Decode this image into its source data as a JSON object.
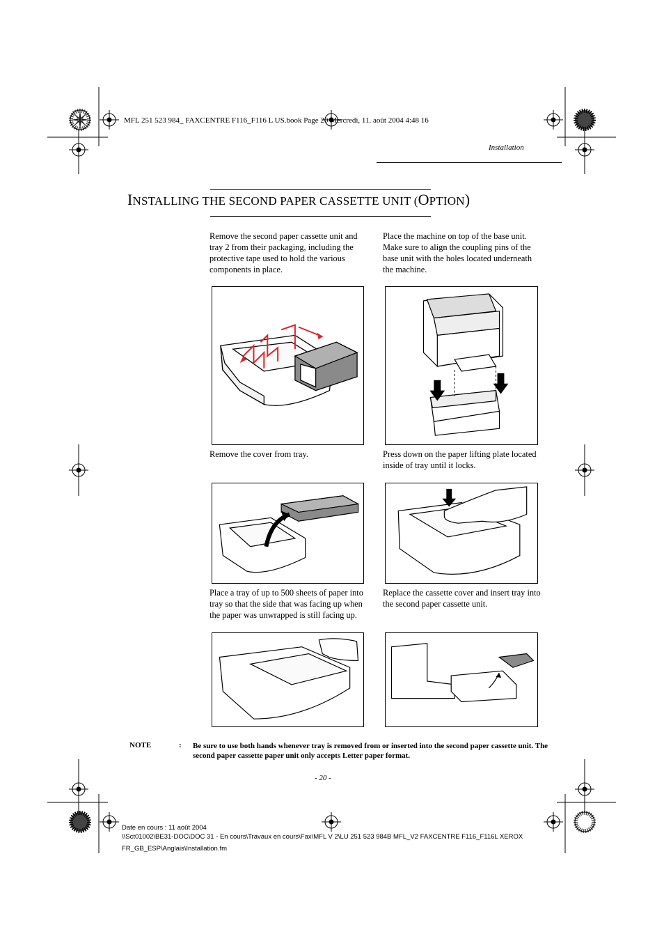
{
  "header": {
    "book_line": "MFL 251 523 984_ FAXCENTRE F116_F116 L US.book  Page 20  Mercredi, 11. août 2004  4:48 16",
    "section": "Installation"
  },
  "title": {
    "initial": "I",
    "rest": "nstalling the second paper cassette unit (",
    "option_initial": "o",
    "option_rest": "ption",
    "close": ")"
  },
  "steps": [
    "Remove the second paper cassette unit and tray 2 from their packaging, including the protective tape used to hold the various components in place.",
    "Place the machine on top of the base unit. Make sure to align the coupling pins of the base unit with the holes located underneath the machine.",
    "Remove the cover from tray.",
    "Press down on the paper lifting plate located inside of tray until it locks.",
    "Place a tray of up to 500 sheets of paper into tray so that the side that was facing up when the paper was unwrapped is still facing up.",
    "Replace the cassette cover and insert tray into the second paper cassette unit."
  ],
  "note": {
    "label": "NOTE",
    "colon": ":",
    "text": "Be sure to use both hands whenever tray is removed from or inserted into the second paper cassette unit. The second paper cassette paper unit only accepts Letter paper format."
  },
  "page_number": "- 20 -",
  "footer": {
    "line1": "Date en cours : 11 août 2004",
    "line2": "\\\\Sct01002\\BE31-DOC\\DOC 31 - En cours\\Travaux en cours\\Fax\\MFL V 2\\LU 251 523 984B MFL_V2 FAXCENTRE F116_F116L XEROX",
    "line3": "FR_GB_ESP\\Anglais\\Installation.fm"
  },
  "colors": {
    "arrow_red": "#e0202a",
    "ink": "#000000",
    "cover_gray": "#8a8a8a"
  }
}
